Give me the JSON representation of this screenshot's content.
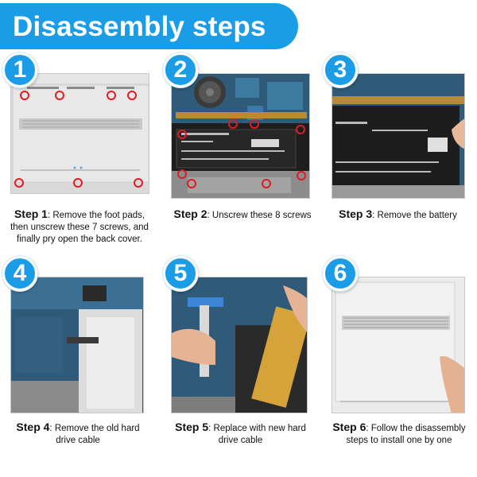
{
  "header": {
    "title": "Disassembly steps"
  },
  "accent_color": "#1a9de6",
  "screw_marker_color": "#e01b24",
  "steps": [
    {
      "number": "1",
      "label": "Step 1",
      "text": "Remove the foot pads, then unscrew these 7 screws, and finally pry open the back cover."
    },
    {
      "number": "2",
      "label": "Step 2",
      "text": "Unscrew these 8 screws"
    },
    {
      "number": "3",
      "label": "Step 3",
      "text": "Remove the battery"
    },
    {
      "number": "4",
      "label": "Step 4",
      "text": "Remove the old hard drive cable"
    },
    {
      "number": "5",
      "label": "Step 5",
      "text": "Replace with new hard drive cable"
    },
    {
      "number": "6",
      "label": "Step 6",
      "text": "Follow the disassembly steps to install one by one"
    }
  ]
}
